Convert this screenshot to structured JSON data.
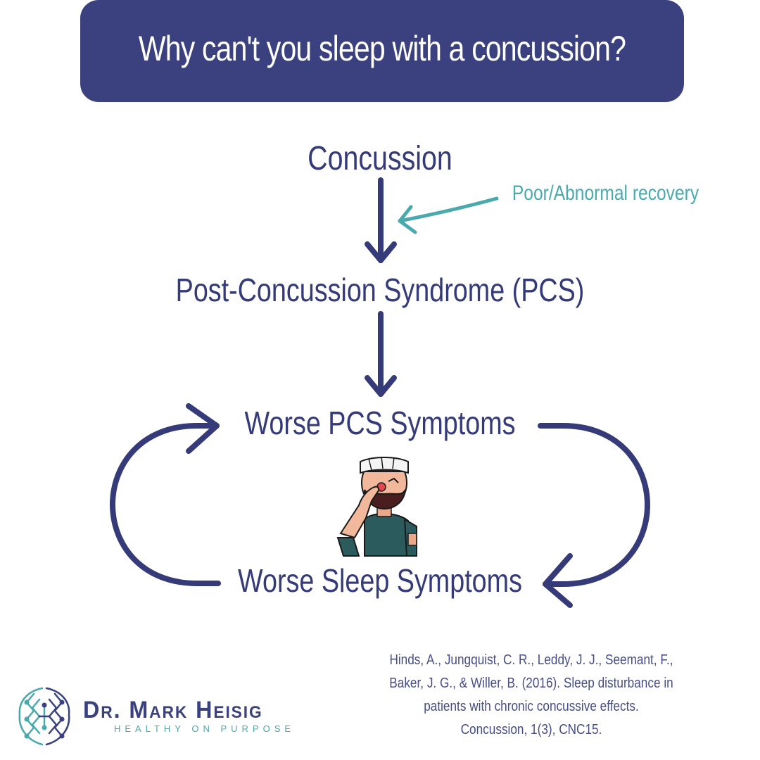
{
  "title": "Why can't you sleep with a concussion?",
  "nodes": {
    "concussion": "Concussion",
    "pcs": "Post-Concussion Syndrome (PCS)",
    "worse_pcs": "Worse PCS Symptoms",
    "worse_sleep": "Worse Sleep Symptoms"
  },
  "annotation": "Poor/Abnormal recovery",
  "citation": "Hinds, A., Jungquist, C. R., Leddy, J. J., Seemant, F., Baker, J. G., & Willer, B. (2016). Sleep disturbance in patients with chronic concussive effects. Concussion, 1(3), CNC15.",
  "logo": {
    "name": "Dr. Mark Heisig",
    "tagline": "HEALTHY ON PURPOSE"
  },
  "colors": {
    "navy": "#3b417e",
    "teal": "#4aa9ac",
    "white": "#ffffff"
  },
  "icons": {
    "illustration": "person-with-head-bandage-icon",
    "logo": "brain-circuit-logo-icon"
  }
}
